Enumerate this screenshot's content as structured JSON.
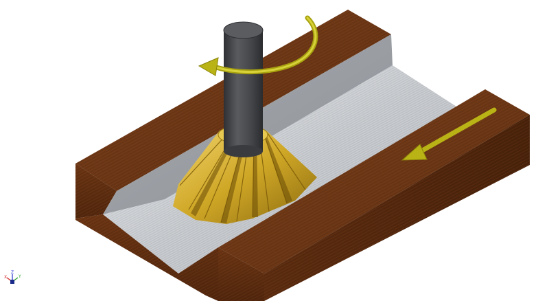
{
  "scene": {
    "workpiece_color": "#6b3414",
    "slot_floor_color": "#c9ccd0",
    "tool_shank_color": "#4a4b4e",
    "cutter_color": "#d4b02a",
    "arrow_color": "#b9b316"
  },
  "annotations": {
    "rotation_arrow": "rotation-arrow",
    "feed_arrow": "feed-direction-arrow"
  },
  "triad": {
    "x_label": "X",
    "y_label": "Y",
    "z_label": "Z",
    "x_color": "#d02020",
    "y_color": "#20a020",
    "z_color": "#2030d0"
  }
}
